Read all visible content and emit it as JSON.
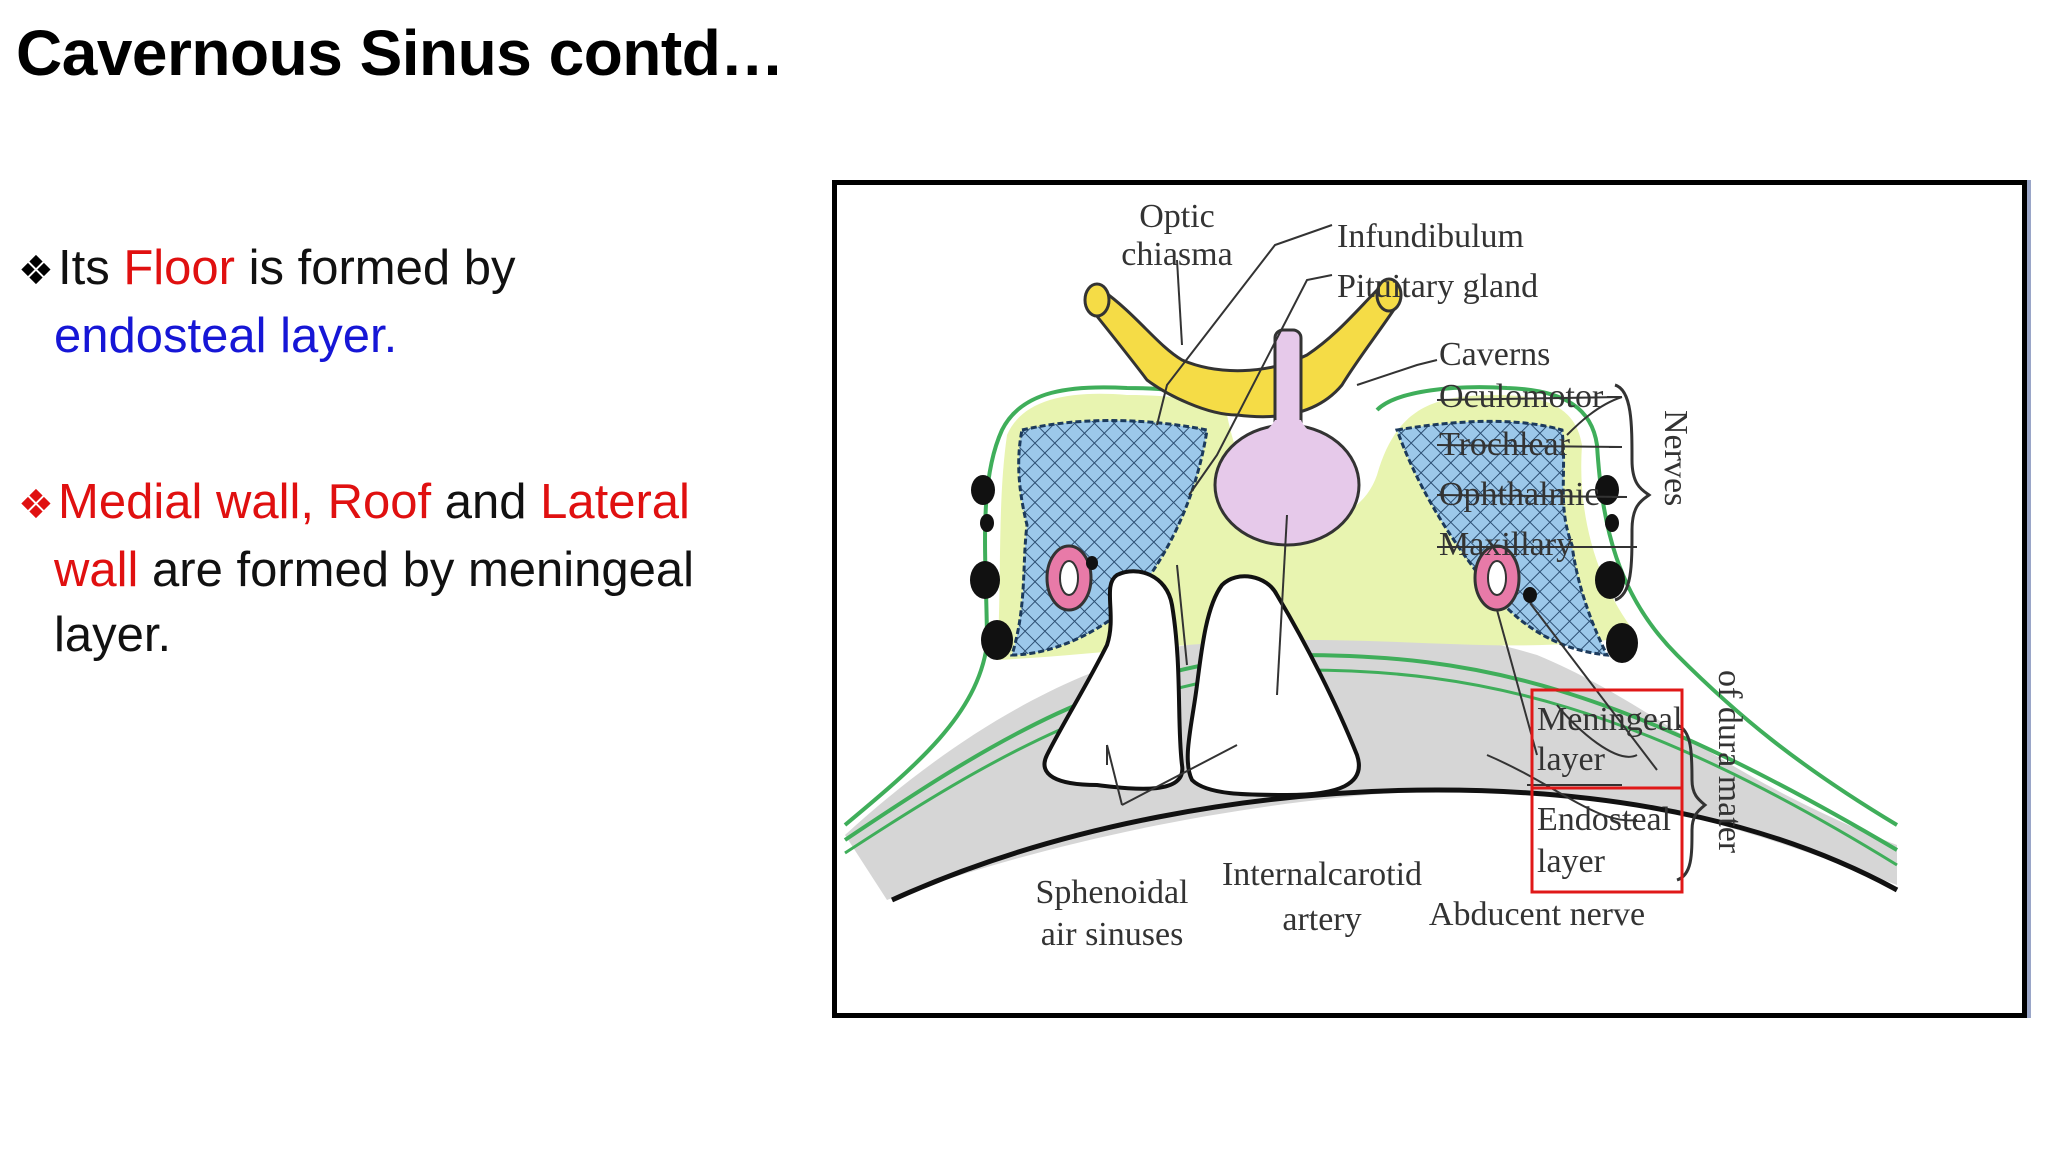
{
  "slide": {
    "title": "Cavernous Sinus contd…",
    "bullets": [
      {
        "icon": "diamond-bullet-icon",
        "parts": [
          "Its ",
          "Floor",
          " is formed by",
          "endosteal layer."
        ]
      },
      {
        "icon": "diamond-bullet-icon",
        "parts": [
          "Medial wall, Roof",
          " and ",
          "Lateral",
          "wall",
          " are formed by meningeal",
          "layer."
        ]
      }
    ]
  },
  "figure": {
    "labels": {
      "optic_1": "Optic",
      "optic_2": "chiasma",
      "infundibulum": "Infundibulum",
      "pituitary": "Pituitary gland",
      "caverns": "Caverns",
      "oculomotor": "Oculomotor",
      "trochlear": "Trochlear",
      "ophthalmic": "Ophthalmic",
      "maxillary": "Maxillary",
      "nerves": "Nerves",
      "meningeal_1": "Meningeal",
      "meningeal_2": "layer",
      "endosteal_1": "Endosteal",
      "endosteal_2": "layer",
      "dura": "of dura mater",
      "sphenoidal_1": "Sphenoidal",
      "sphenoidal_2": "air sinuses",
      "ica_1": "Internalcarotid",
      "ica_2": "artery",
      "abducent": "Abducent nerve"
    },
    "colors": {
      "bullet_red": "#e01010",
      "accent_blue": "#1616d6",
      "chiasma_yellow": "#f5dc46",
      "pituitary_purple": "#e6c9ea",
      "dura_green": "#3fae5a",
      "lumen_green": "#e8f4b0",
      "cavern_blue": "#9cc8ea",
      "artery_pink": "#e87aa8",
      "bone_gray": "#d6d6d6",
      "layer_box_red": "#e01818"
    }
  }
}
